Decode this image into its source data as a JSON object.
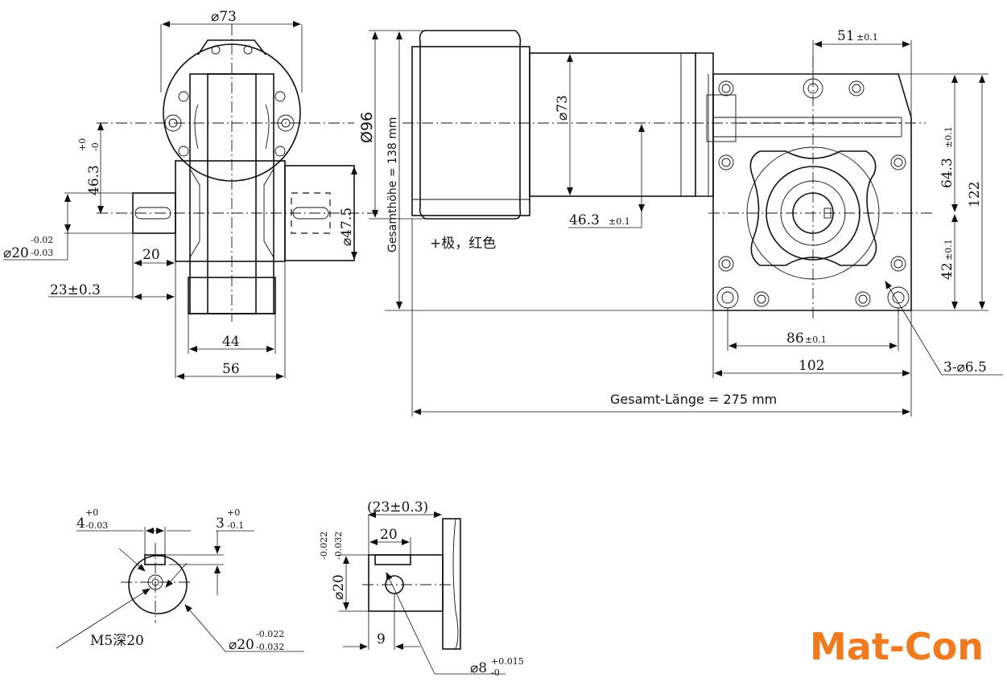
{
  "labels": {
    "d73_top": "⌀73",
    "d73_motor": "⌀73",
    "d96": "Ø96",
    "total_height": "Gesamthöhe = 138 mm",
    "dim_463_left": "46.3",
    "dim_463_left_tol_upper": "+0",
    "dim_463_left_tol_lower": "-0",
    "d20_shaft": "⌀20",
    "d20_shaft_tol_upper": "-0.02",
    "d20_shaft_tol_lower": "-0.03",
    "dim_20": "20",
    "dim_23": "23±0.3",
    "dim_44": "44",
    "dim_56": "56",
    "d475": "⌀47.5",
    "dim_463_mid": "46.3",
    "dim_463_mid_tol": "±0.1",
    "dim_51": "51",
    "dim_51_tol": "±0.1",
    "dim_643": "64.3",
    "dim_643_tol": "±0.1",
    "dim_122": "122",
    "dim_42": "42",
    "dim_42_tol": "±0.1",
    "dim_86": "86",
    "dim_86_tol": "±0.1",
    "dim_102": "102",
    "holes": "3-⌀6.5",
    "polarity_note": "+极，红色",
    "total_length": "Gesamt-Länge = 275 mm",
    "key_width": "4",
    "key_width_tol_upper": "+0",
    "key_width_tol_lower": "-0.03",
    "key_depth": "3",
    "key_depth_tol_upper": "+0",
    "key_depth_tol_lower": "-0.1",
    "thread": "M5深20",
    "d20_end": "⌀20",
    "d20_end_tol_upper": "-0.022",
    "d20_end_tol_lower": "-0.032",
    "dim_23_paren": "(23±0.3)",
    "dim_20_side": "20",
    "d20_side": "⌀20",
    "d20_side_tol_upper": "-0.022",
    "d20_side_tol_lower": "-0.032",
    "dim_9": "9",
    "d8": "⌀8",
    "d8_tol_upper": "+0.015",
    "d8_tol_lower": "-0",
    "brand": "Mat-Con"
  },
  "colors": {
    "line": "#111111",
    "brand": "#f07a1e",
    "background": "#ffffff"
  }
}
